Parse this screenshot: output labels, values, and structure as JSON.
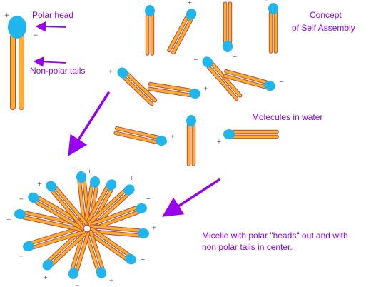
{
  "labels": {
    "polar_head": "Polar head",
    "non_polar_tails": "Non-polar tails",
    "concept_line1": "Concept",
    "concept_line2": "of Self Assembly",
    "molecules_in_water": "Molecules in water",
    "micelle_line1": "Micelle with polar \"heads\" out and with",
    "micelle_line2": "non polar tails in center.",
    "plus_sign": "+",
    "minus_sign": "−"
  },
  "colors": {
    "head": "#1fb6ee",
    "tail": "#ffb020",
    "tail_outline": "#b5475d",
    "arrow": "#9900ee",
    "text": "#8b00ff",
    "charge": "#555555"
  }
}
